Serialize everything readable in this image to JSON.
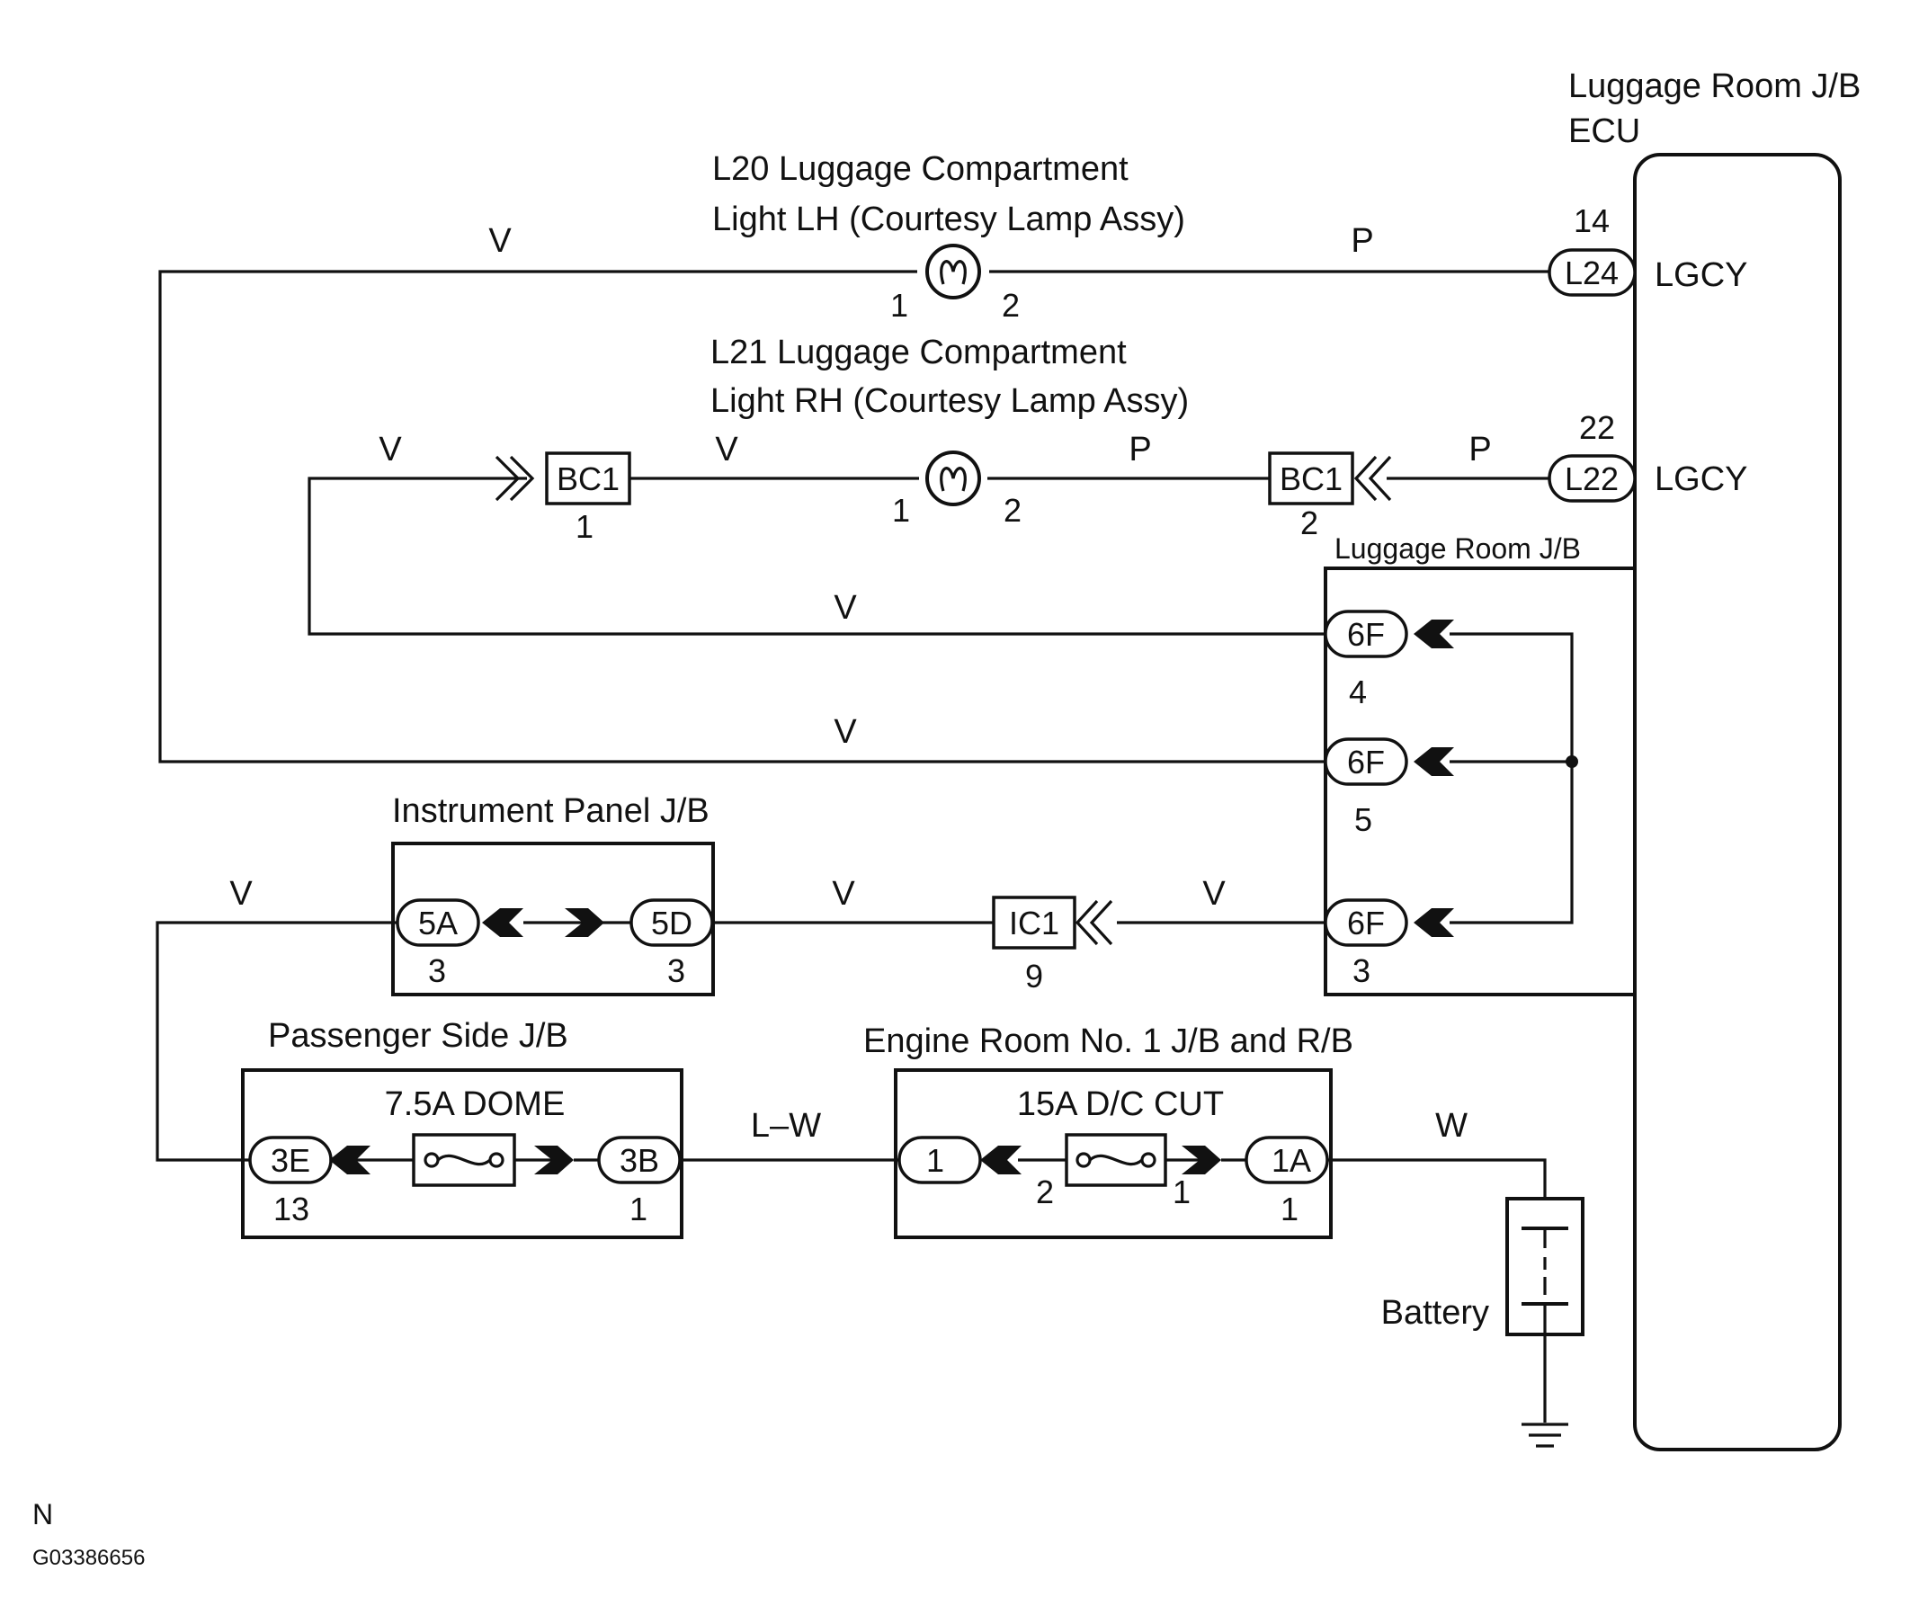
{
  "titles": {
    "ecu_line1": "Luggage Room J/B",
    "ecu_line2": "ECU",
    "l20_line1": "L20 Luggage Compartment",
    "l20_line2": "Light LH (Courtesy Lamp Assy)",
    "l21_line1": "L21 Luggage Compartment",
    "l21_line2": "Light RH (Courtesy Lamp Assy)",
    "luggage_jb": "Luggage Room J/B",
    "instrument_jb": "Instrument Panel J/B",
    "passenger_jb": "Passenger Side J/B",
    "engine_jb": "Engine Room No. 1 J/B and R/B",
    "battery": "Battery"
  },
  "fuses": {
    "dome": "7.5A DOME",
    "dc_cut": "15A D/C CUT"
  },
  "ecu_pins": {
    "l24": {
      "pin": "14",
      "connector": "L24",
      "signal": "LGCY"
    },
    "l22": {
      "pin": "22",
      "connector": "L22",
      "signal": "LGCY"
    }
  },
  "lamp_pins": {
    "l20_left": "1",
    "l20_right": "2",
    "l21_left": "1",
    "l21_right": "2"
  },
  "connectors": {
    "bc1": "BC1",
    "bc1_left_pin": "1",
    "bc1_right_pin": "2",
    "f6": "6F",
    "f6_pin_a": "4",
    "f6_pin_b": "5",
    "f6_pin_c": "3",
    "a5": "5A",
    "a5_pin": "3",
    "d5": "5D",
    "d5_pin": "3",
    "ic1": "IC1",
    "ic1_pin": "9",
    "e3": "3E",
    "e3_pin": "13",
    "b3": "3B",
    "b3_pin": "1",
    "c1": "1",
    "fuse_dc_left_pin": "2",
    "fuse_dc_right_pin": "1",
    "a1": "1A",
    "a1_pin": "1"
  },
  "wire_colors": {
    "l20_left": "V",
    "l20_right": "P",
    "l21_far_left": "V",
    "l21_mid": "V",
    "l21_right": "P",
    "l21_ecu": "P",
    "row_4": "V",
    "row_5": "V",
    "ip_left": "V",
    "ip_mid": "V",
    "ip_right": "V",
    "lw": "L–W",
    "battery": "W"
  },
  "footer": {
    "n": "N",
    "code": "G03386656"
  }
}
